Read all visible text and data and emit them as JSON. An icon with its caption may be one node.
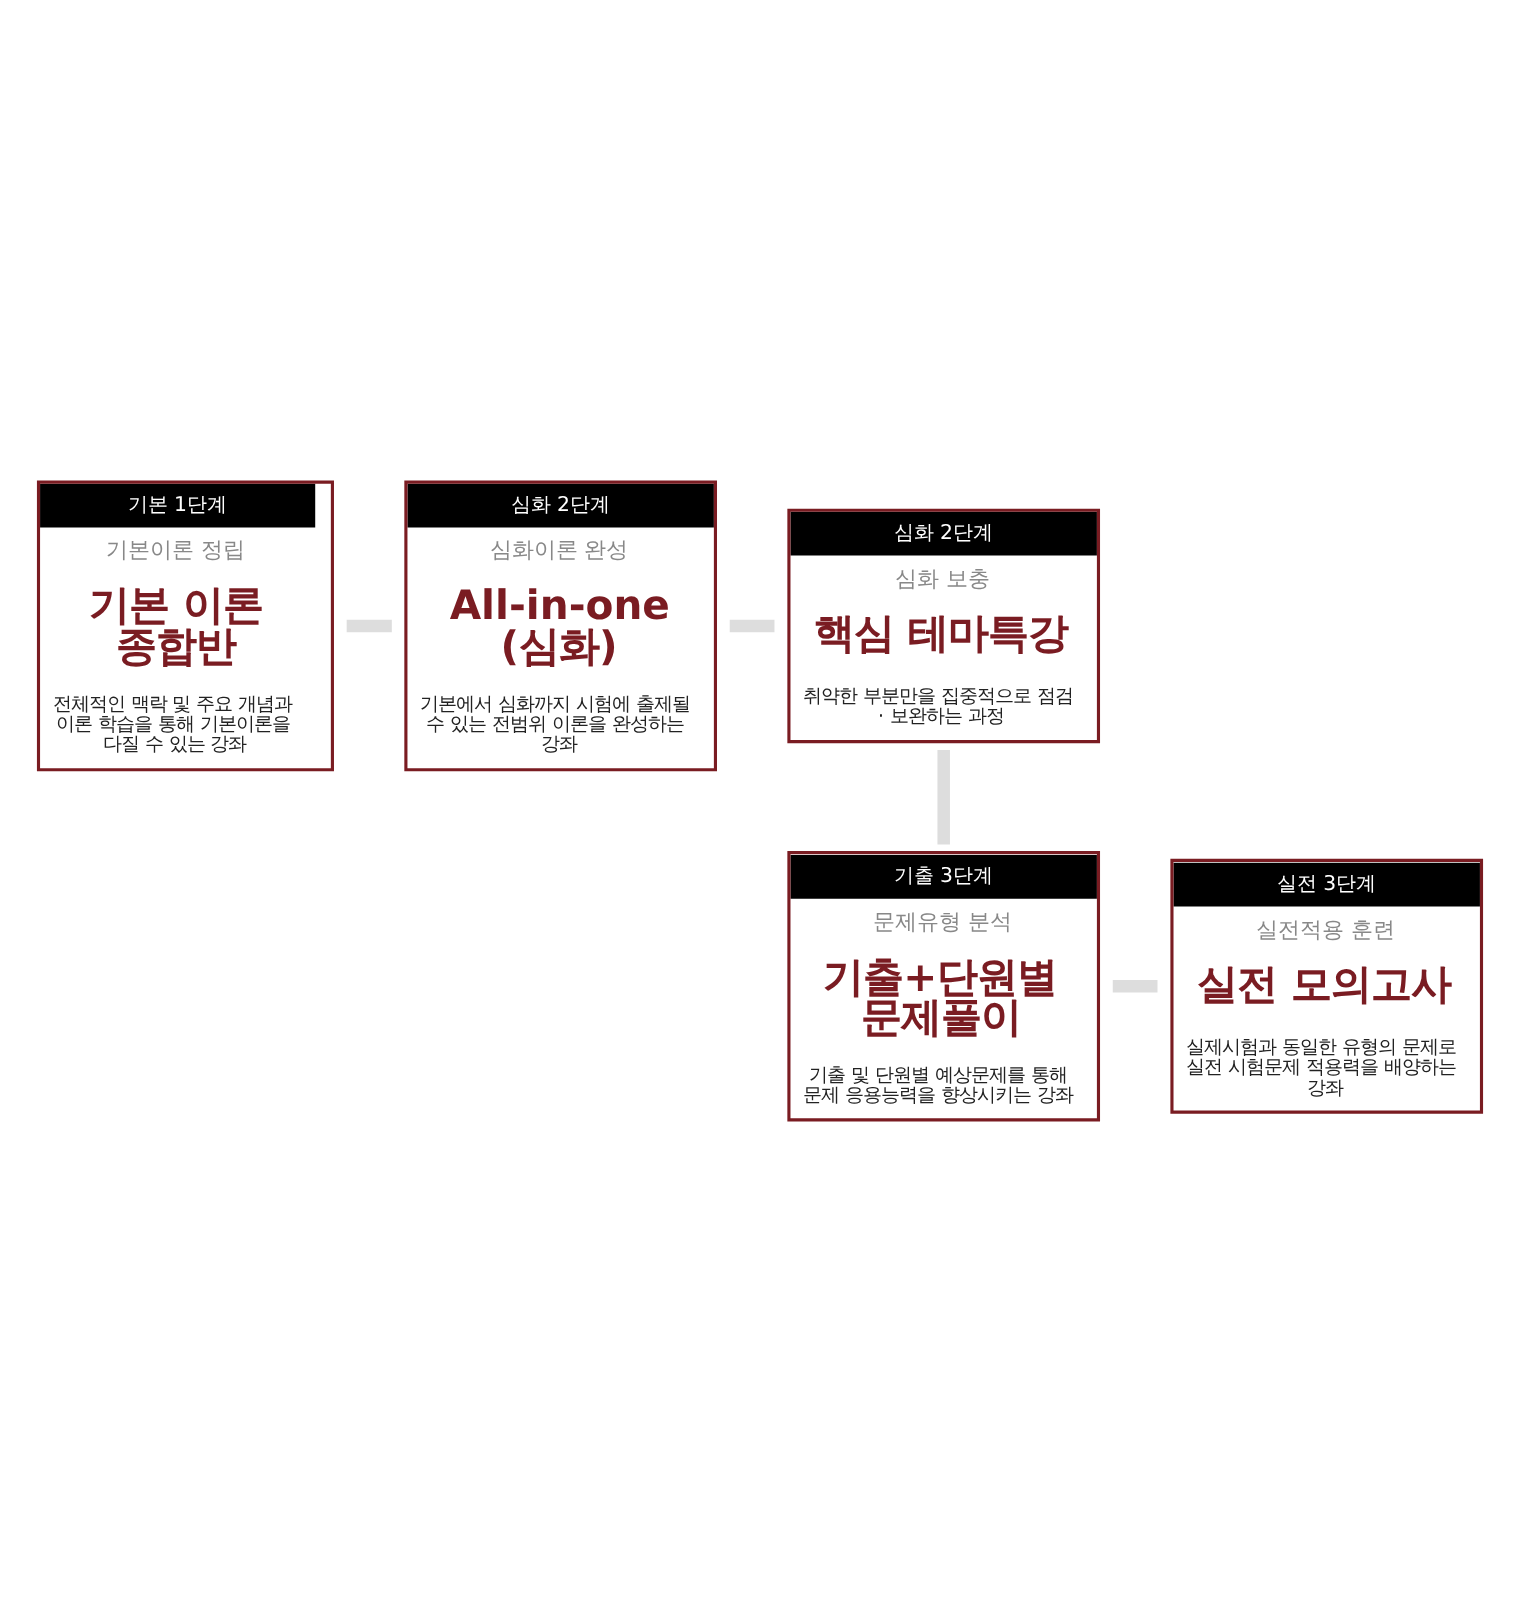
{
  "diagram": {
    "nodes": [
      {
        "text": [
          "기본 1단계",
          "기본이론 정립",
          "기본 이론 종합반",
          "전체적인 맥락 및 주요 개념과 이론 학습을 통해 기본이론을 다질 수 있는 강좌"
        ]
      },
      {
        "text": [
          "심화 2단계",
          "심화이론 완성",
          "All-in-one (심화)",
          "기본에서 심화까지 시험에 출제될 수 있는 전범위 이론을 완성하는 강좌"
        ]
      },
      {
        "text": [
          "심화 2단계",
          "심화 보충",
          "핵심 테마특강",
          "취약한 부분만을 집중적으로 점검 · 보완하는 과정"
        ]
      },
      {
        "text": [
          "기출 3단계",
          "문제유형 분석",
          "기출+단원별 문제풀이",
          "기출 및 단원별 예상문제를 통해 문제 응용능력을 향상시키는 강좌"
        ]
      },
      {
        "text": [
          "실전 3단계",
          "실전적용 훈련",
          "실전 모의고사",
          "실제시험과 동일한 유형의 문제로 실전 시험문제 적용력을 배양하는 강좌"
        ]
      }
    ],
    "edges": [
      {
        "from": 0,
        "to": 1,
        "arrow": "none"
      },
      {
        "from": 1,
        "to": 2,
        "arrow": "none"
      },
      {
        "from": 2,
        "to": 3,
        "arrow": "none"
      },
      {
        "from": 3,
        "to": 4,
        "arrow": "none"
      }
    ]
  }
}
